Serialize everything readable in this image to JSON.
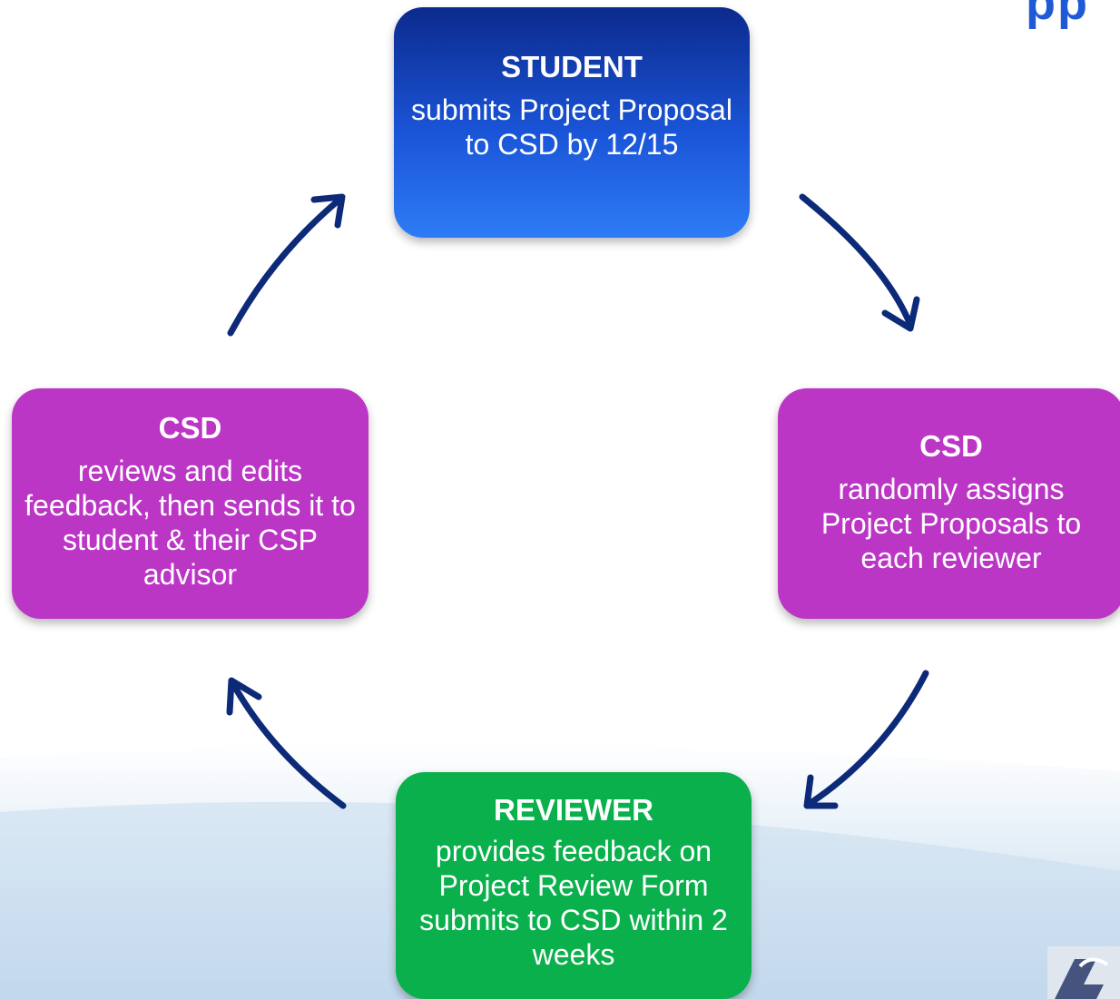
{
  "diagram": {
    "partial_heading": "pp",
    "nodes": [
      {
        "id": "student",
        "title": "STUDENT",
        "body": "submits Project Proposal to CSD by 12/15",
        "color": "#1a55d8"
      },
      {
        "id": "csd_right",
        "title": "CSD",
        "body": "randomly assigns Project Proposals to each reviewer",
        "color": "#bc36c6"
      },
      {
        "id": "reviewer",
        "title": "REVIEWER",
        "body": "provides feedback on Project Review Form submits to CSD within 2 weeks",
        "color": "#0ab04c"
      },
      {
        "id": "csd_left",
        "title": "CSD",
        "body": "reviews and edits feedback, then sends it to student & their CSP advisor",
        "color": "#bc36c6"
      }
    ],
    "edges": [
      {
        "from": "student",
        "to": "csd_right"
      },
      {
        "from": "csd_right",
        "to": "reviewer"
      },
      {
        "from": "reviewer",
        "to": "csd_left"
      },
      {
        "from": "csd_left",
        "to": "student"
      }
    ],
    "arrow_color": "#0d2a78"
  }
}
